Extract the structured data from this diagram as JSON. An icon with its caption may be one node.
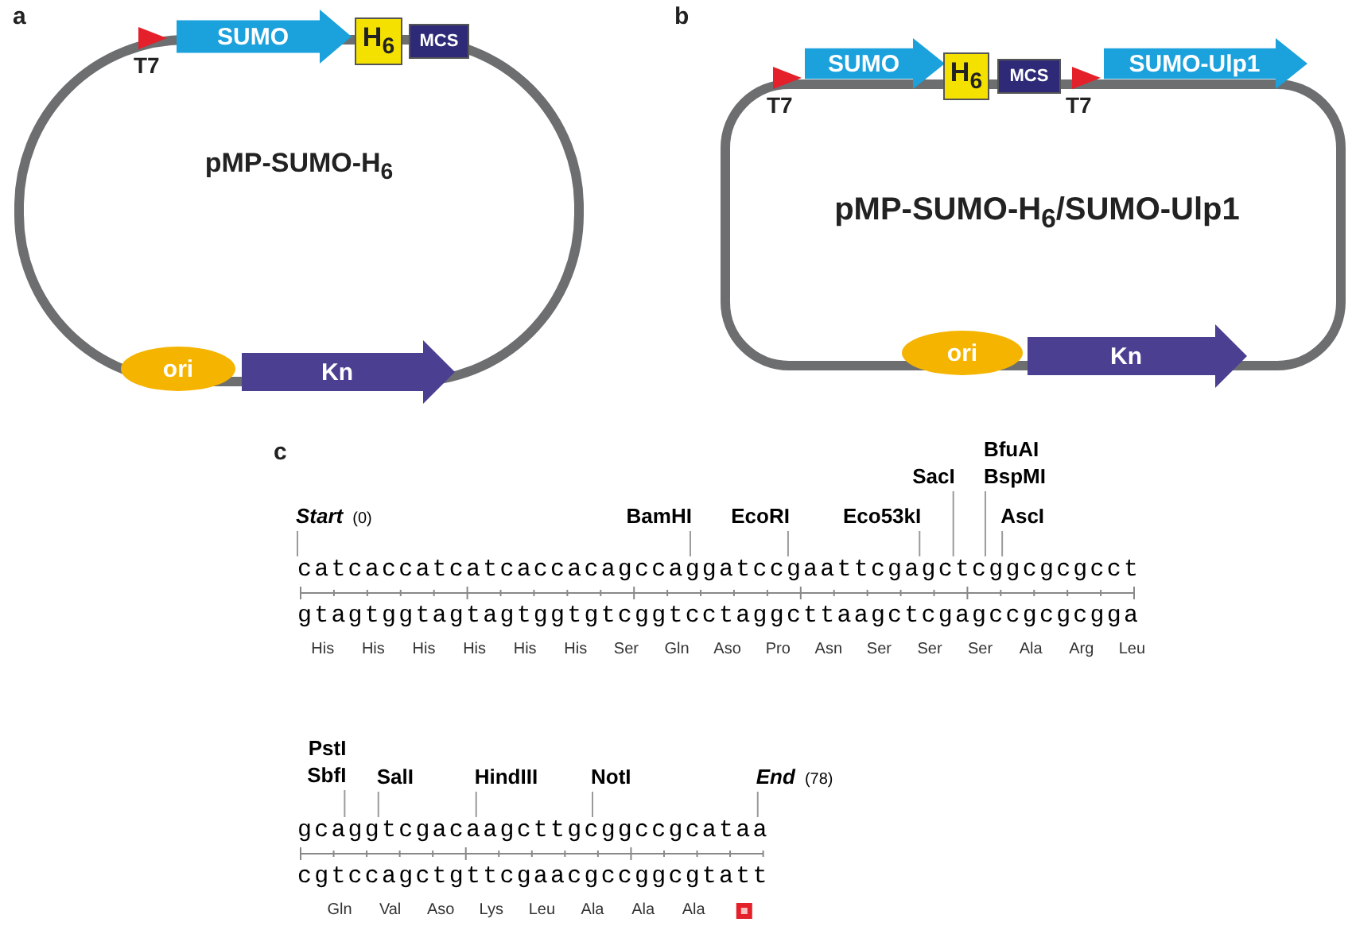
{
  "diagram": {
    "nodes": [
      {
        "text": [
          "T7"
        ]
      },
      {
        "text": [
          "SUMO"
        ]
      },
      {
        "text": [
          "H$_{6}$"
        ]
      },
      {
        "text": [
          "MCS"
        ]
      },
      {
        "text": [
          "ori"
        ]
      },
      {
        "text": [
          "Kn"
        ]
      },
      {
        "text": [
          "T7"
        ]
      },
      {
        "text": [
          "SUMO"
        ]
      },
      {
        "text": [
          "H$_{6}$"
        ]
      },
      {
        "text": [
          "MCS"
        ]
      },
      {
        "text": [
          "T7"
        ]
      },
      {
        "text": [
          "SUMO-Ulp1"
        ]
      },
      {
        "text": [
          "ori"
        ]
      },
      {
        "text": [
          "Kn"
        ]
      },
      {
        "text": [
          "Start"
        ],
        "beside": [
          "(0)"
        ]
      },
      {
        "text": [
          "BamHI"
        ]
      },
      {
        "text": [
          "EcoRI"
        ]
      },
      {
        "text": [
          "Eco53kI"
        ]
      },
      {
        "text": [
          "SacI"
        ]
      },
      {
        "text": [
          "BfuAI",
          "BspMI"
        ]
      },
      {
        "text": [
          "AscI"
        ]
      },
      {
        "text": [
          "PstI",
          "SbfI"
        ]
      },
      {
        "text": [
          "SalI"
        ]
      },
      {
        "text": [
          "HindIII"
        ]
      },
      {
        "text": [
          "NotI"
        ]
      },
      {
        "text": [
          "End"
        ],
        "beside": [
          "(78)"
        ]
      },
      {
        "text": [
          "catcaccatcatcaccacagccaggatccgaattcgagctcggcgcgcct"
        ]
      },
      {
        "text": [
          "gcaggtcgacaagcttgcggccgcataa"
        ]
      }
    ],
    "edges": [
      {
        "from": 14,
        "to": 26,
        "arrow": "none"
      },
      {
        "from": 15,
        "to": 26,
        "arrow": "none"
      },
      {
        "from": 16,
        "to": 26,
        "arrow": "none"
      },
      {
        "from": 17,
        "to": 26,
        "arrow": "none"
      },
      {
        "from": 18,
        "to": 26,
        "arrow": "none"
      },
      {
        "from": 19,
        "to": 26,
        "arrow": "none"
      },
      {
        "from": 20,
        "to": 26,
        "arrow": "none"
      },
      {
        "from": 21,
        "to": 27,
        "arrow": "none"
      },
      {
        "from": 22,
        "to": 27,
        "arrow": "none"
      },
      {
        "from": 23,
        "to": 27,
        "arrow": "none"
      },
      {
        "from": 24,
        "to": 27,
        "arrow": "none"
      },
      {
        "from": 25,
        "to": 27,
        "arrow": "none"
      }
    ],
    "labels": [
      "a",
      "b",
      "pMP-SUMO-H$_{6}$",
      "pMP-SUMO-H$_{6}$/SUMO-Ulp1",
      "c",
      "gtagtggtagtagtggtgtcggtcctaggcttaagctcgagccgcgcgga",
      "His",
      "His",
      "His",
      "His",
      "His",
      "His",
      "Ser",
      "Gln",
      "Aso",
      "Pro",
      "Asn",
      "Ser",
      "Ser",
      "Ser",
      "Ala",
      "Arg",
      "Leu",
      "cgtccagctgttcgaacgccggcgtatt",
      "Gln",
      "Val",
      "Aso",
      "Lys",
      "Leu",
      "Ala",
      "Ala",
      "Ala"
    ]
  }
}
